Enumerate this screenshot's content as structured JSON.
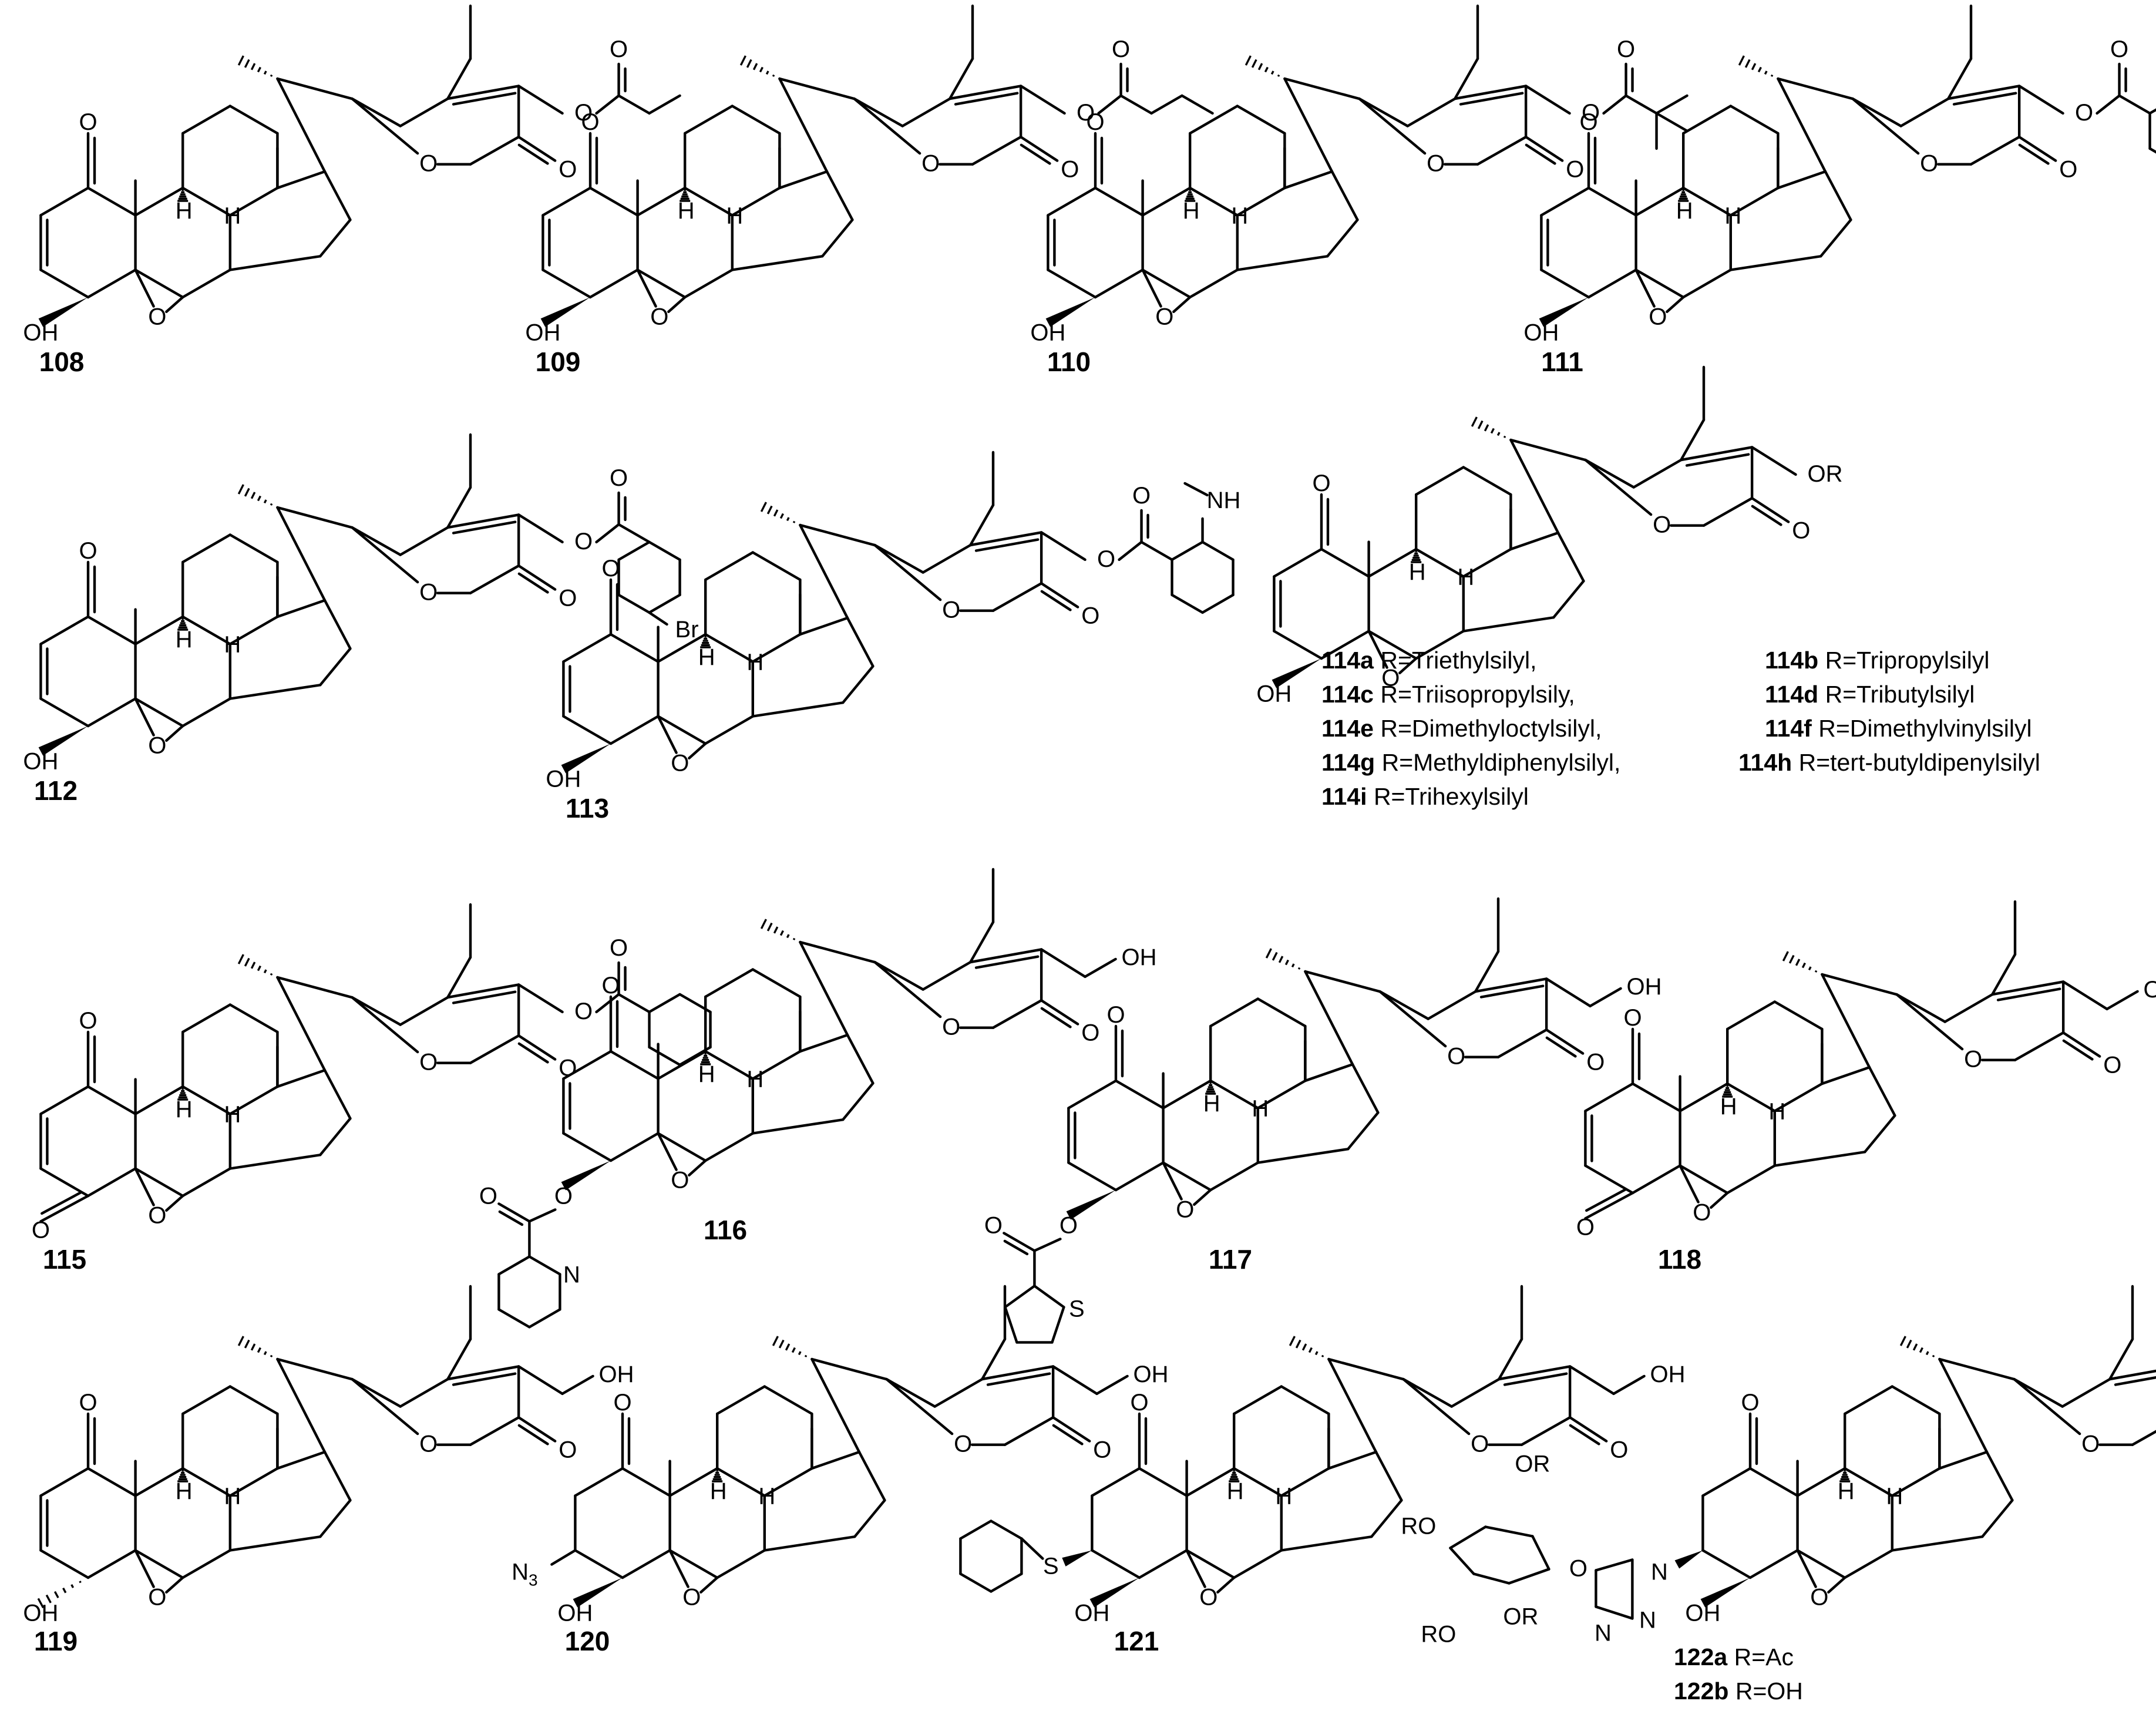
{
  "background": "#ffffff",
  "ink": "#000000",
  "compounds": [
    {
      "id": "108",
      "label": "108",
      "ester_label": "O"
    },
    {
      "id": "109",
      "label": "109"
    },
    {
      "id": "110",
      "label": "110"
    },
    {
      "id": "111",
      "label": "111"
    },
    {
      "id": "112",
      "label": "112",
      "substituent": "Br"
    },
    {
      "id": "113",
      "label": "113",
      "substituent": "NH"
    },
    {
      "id": "114",
      "label": "OR"
    },
    {
      "id": "115",
      "label": "115"
    },
    {
      "id": "116",
      "label": "116",
      "heteroatom": "N"
    },
    {
      "id": "117",
      "label": "117",
      "heteroatom": "S"
    },
    {
      "id": "118",
      "label": "118"
    },
    {
      "id": "119",
      "label": "119"
    },
    {
      "id": "120",
      "label": "120",
      "substituent": "N3"
    },
    {
      "id": "121",
      "label": "121",
      "substituent": "S"
    },
    {
      "id": "122",
      "label": "122"
    }
  ],
  "atoms": {
    "oxygen": "O",
    "hydroxyl": "OH",
    "hydrogen": "H",
    "hydroxyl_end": "OH",
    "azide": "N",
    "azide_sub": "3",
    "thio": "S",
    "pyridine_n": "N",
    "thiophene_s": "S",
    "triazole_n1": "N",
    "triazole_n2": "N",
    "triazole_n3": "N",
    "sugar_or": "OR",
    "sugar_ro": "RO"
  },
  "legend_114": [
    {
      "id": "114a",
      "text": " R=Triethylsilyl,"
    },
    {
      "id": "114b",
      "text": "    R=Tripropylsilyl"
    },
    {
      "id": "114c",
      "text": " R=Triisopropylsily,"
    },
    {
      "id": "114d",
      "text": "    R=Tributylsilyl"
    },
    {
      "id": "114e",
      "text": " R=Dimethyloctylsilyl,"
    },
    {
      "id": "114f",
      "text": "    R=Dimethylvinylsilyl"
    },
    {
      "id": "114g",
      "text": " R=Methyldiphenylsilyl,"
    },
    {
      "id": "114h",
      "text": "  R=tert-butyldipenylsilyl"
    },
    {
      "id": "114i",
      "text": " R=Trihexylsilyl"
    }
  ],
  "legend_122": [
    {
      "id": "122a",
      "text": " R=Ac"
    },
    {
      "id": "122b",
      "text": " R=OH"
    }
  ]
}
